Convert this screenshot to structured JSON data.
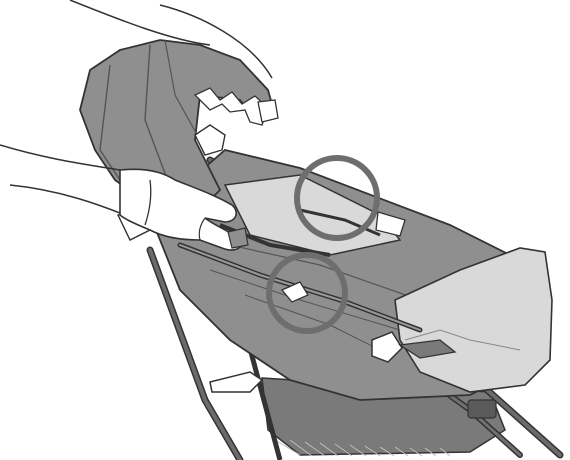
{
  "illustration": {
    "subject": "stroller-seat-adjustment",
    "callouts": [
      {
        "id": "upper-strap-attachment",
        "style": "circle"
      },
      {
        "id": "lower-strap-attachment",
        "style": "circle"
      }
    ],
    "colors": {
      "fabric": "#8f8f8f",
      "fabric_dark": "#7a7a7a",
      "fabric_light": "#a8a8a8",
      "panel": "#d9d9d9",
      "frame": "#3a3a3a",
      "outline": "#333333",
      "callout": "#6e6e6e",
      "skin": "#ffffff"
    }
  }
}
